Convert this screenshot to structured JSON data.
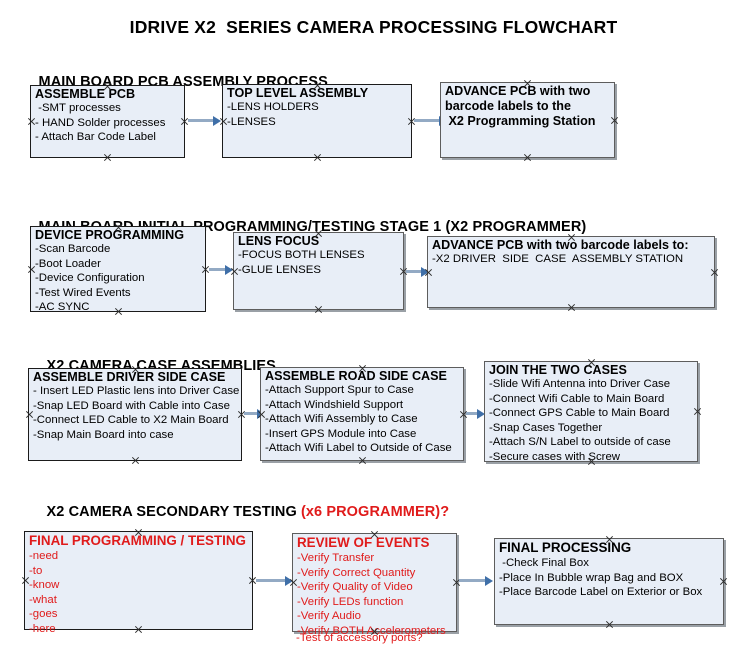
{
  "doc": {
    "title": "IDRIVE X2  SERIES CAMERA PROCESSING FLOWCHART"
  },
  "sections": [
    {
      "id": "main-board-pcb-assembly-process",
      "header": "MAIN BOARD PCB ASSEMBLY PROCESS",
      "header_accent": "",
      "boxes": [
        {
          "id": "assemble-pcb",
          "title": "ASSEMBLE PCB",
          "lines": [
            " -SMT processes",
            "- HAND Solder processes",
            "- Attach Bar Code Label"
          ]
        },
        {
          "id": "top-level-assembly",
          "title": "TOP LEVEL ASSEMBLY",
          "lines": [
            "-LENS HOLDERS",
            "-LENSES"
          ]
        },
        {
          "id": "advance-pcb-to-x2-programming-station",
          "title": "ADVANCE PCB with two",
          "lines": [
            "barcode labels to the",
            " X2 Programming Station"
          ]
        }
      ]
    },
    {
      "id": "main-board-initial-programming-testing-stage-1",
      "header": "MAIN BOARD INITIAL PROGRAMMING/TESTING STAGE 1 (X2 PROGRAMMER)",
      "header_accent": "",
      "boxes": [
        {
          "id": "device-programming",
          "title": "DEVICE PROGRAMMING",
          "lines": [
            "-Scan Barcode",
            "-Boot Loader",
            "-Device Configuration",
            "-Test Wired Events",
            "-AC SYNC"
          ]
        },
        {
          "id": "lens-focus",
          "title": "LENS FOCUS",
          "lines": [
            "-FOCUS BOTH LENSES",
            "-GLUE LENSES"
          ]
        },
        {
          "id": "advance-pcb-to-driver-side-case-assembly",
          "title": "ADVANCE PCB with two barcode labels to:",
          "lines": [
            "-X2 DRIVER  SIDE  CASE  ASSEMBLY STATION"
          ]
        }
      ]
    },
    {
      "id": "x2-camera-case-assemblies",
      "header": "X2 CAMERA CASE ASSEMBLIES",
      "header_accent": "",
      "boxes": [
        {
          "id": "assemble-driver-side-case",
          "title": "ASSEMBLE DRIVER SIDE CASE",
          "lines": [
            "- Insert LED Plastic lens into Driver Case",
            "-Snap LED Board with Cable into Case",
            "-Connect LED Cable to X2 Main Board",
            "-Snap Main Board into case"
          ]
        },
        {
          "id": "assemble-road-side-case",
          "title": "ASSEMBLE ROAD SIDE CASE",
          "lines": [
            "-Attach Support Spur to Case",
            "-Attach Windshield Support",
            "-Attach Wifi Assembly to Case",
            "-Insert GPS Module into Case",
            "-Attach Wifi Label to Outside of Case"
          ]
        },
        {
          "id": "join-the-two-cases",
          "title": "JOIN THE TWO CASES",
          "lines": [
            "-Slide Wifi Antenna into Driver Case",
            "-Connect Wifi Cable to Main Board",
            "-Connect GPS Cable to Main Board",
            "-Snap Cases Together",
            "-Attach S/N Label to outside of case",
            "-Secure cases with Screw"
          ]
        }
      ]
    },
    {
      "id": "x2-camera-secondary-testing",
      "header": "X2 CAMERA SECONDARY TESTING ",
      "header_accent": "(x6 PROGRAMMER)?",
      "boxes": [
        {
          "id": "final-programming-testing",
          "title": "FINAL PROGRAMMING / TESTING",
          "lines": [
            "-need",
            "-to",
            "-know",
            "-what",
            "-goes",
            "-here"
          ]
        },
        {
          "id": "review-of-events",
          "title": "REVIEW OF EVENTS",
          "lines": [
            "-Verify Transfer",
            "-Verify Correct Quantity",
            "-Verify Quality of Video",
            "-Verify LEDs function",
            "-Verify Audio",
            "-Verify BOTH Accelerometers"
          ],
          "overflow_line": "-Test of accessory ports?"
        },
        {
          "id": "final-processing",
          "title": "FINAL PROCESSING",
          "lines": [
            " -Check Final Box",
            "-Place In Bubble wrap Bag and BOX",
            "-Place Barcode Label on Exterior or Box"
          ]
        }
      ]
    }
  ],
  "colors": {
    "box_fill": "#e8eef7",
    "box_border": "#1b1b1b",
    "accent_red": "#e01b1b",
    "arrow_line": "#93aac4",
    "arrow_head": "#3f6fa8",
    "text": "#000000"
  }
}
